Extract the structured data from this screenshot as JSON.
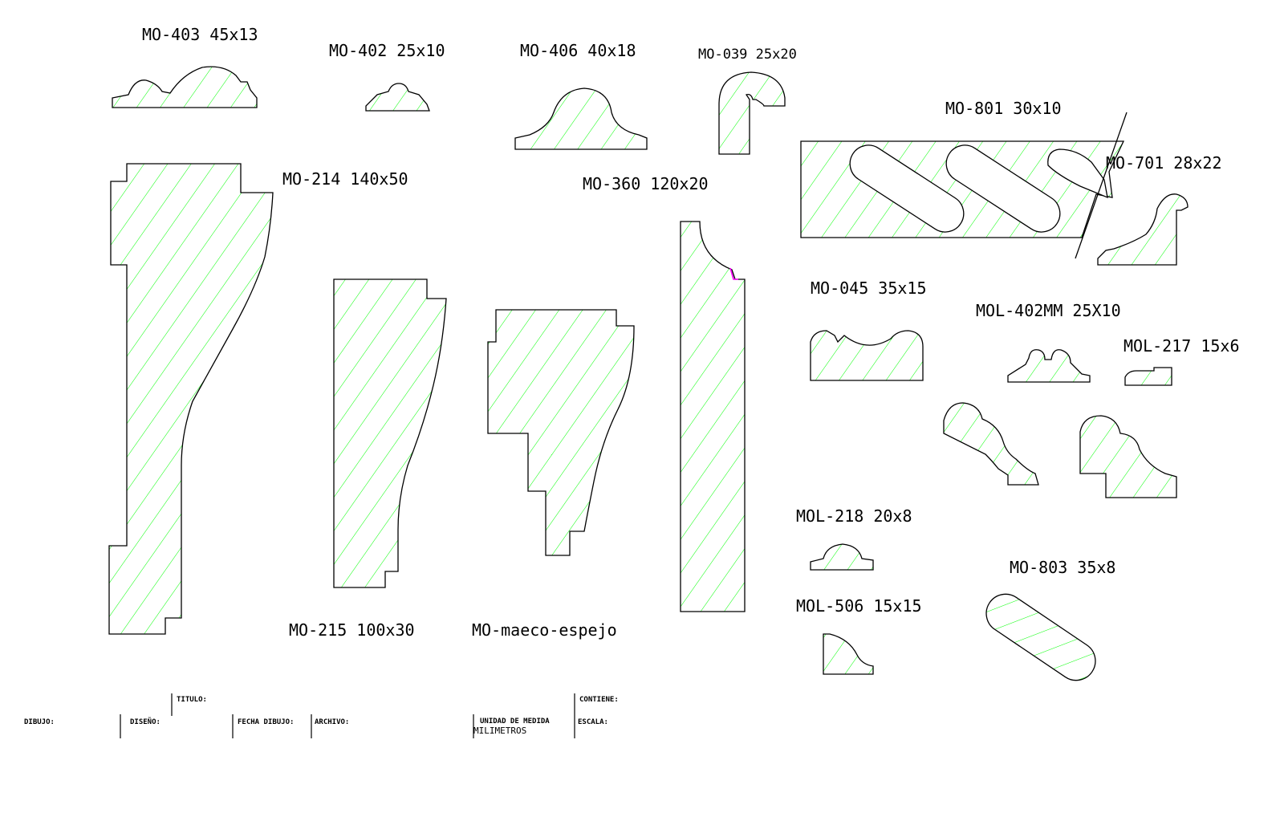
{
  "colors": {
    "background": "#ffffff",
    "outline": "#000000",
    "hatch": "#00ff00",
    "accent_mark": "#ff00ff"
  },
  "labels": {
    "mo403": "MO-403 45x13",
    "mo402": "MO-402 25x10",
    "mo406": "MO-406 40x18",
    "mo039": "MO-039 25x20",
    "mo801": "MO-801 30x10",
    "mo701": "MO-701 28x22",
    "mo214": "MO-214 140x50",
    "mo360": "MO-360 120x20",
    "mo045": "MO-045 35x15",
    "mol402mm": "MOL-402MM 25X10",
    "mol217": "MOL-217 15x6",
    "mol218": "MOL-218 20x8",
    "mo803": "MO-803 35x8",
    "mol506": "MOL-506 15x15",
    "mo215": "MO-215 100x30",
    "mo_marco_espejo": "MO-maeco-espejo"
  },
  "title_block": {
    "titulo": "TITULO:",
    "dibujo": "DIBUJO:",
    "diseno": "DISEÑO:",
    "fecha_dibujo": "FECHA DIBUJO:",
    "archivo": "ARCHIVO:",
    "unidad_de_medida": "UNIDAD DE MEDIDA",
    "unidad_value": "MILIMETROS",
    "contiene": "CONTIENE:",
    "escala": "ESCALA:"
  }
}
